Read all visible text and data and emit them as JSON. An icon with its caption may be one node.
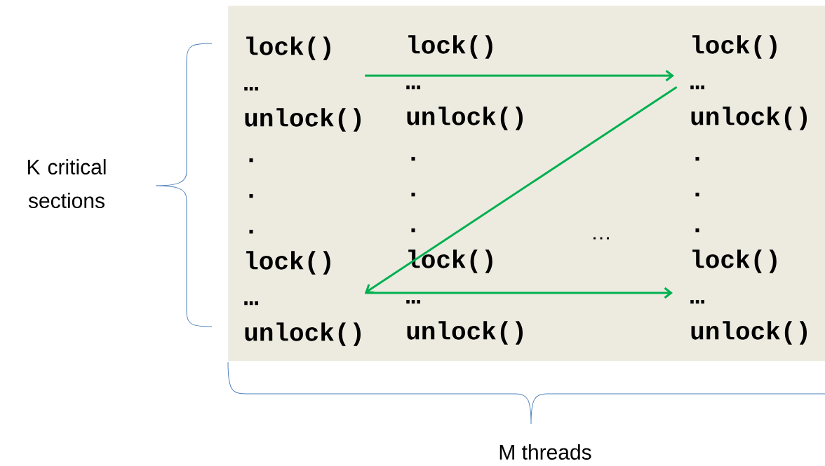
{
  "diagram": {
    "nodes": [
      {
        "text": [],
        "shape": "box"
      },
      {
        "text": [
          "lock()",
          "…",
          "unlock()",
          ".",
          ".",
          ".",
          "lock()",
          "…",
          "unlock()"
        ],
        "in": 0
      },
      {
        "text": [
          "lock()",
          "…",
          "unlock()",
          ".",
          ".",
          ".",
          "lock()",
          "…",
          "unlock()"
        ],
        "in": 0
      },
      {
        "text": [
          "lock()",
          "…",
          "unlock()",
          ".",
          ".",
          ".",
          "lock()",
          "…",
          "unlock()"
        ],
        "in": 0
      }
    ],
    "edges": [
      {
        "from": 1,
        "to": 3,
        "arrow": "to"
      },
      {
        "from": 3,
        "to": 1,
        "arrow": "to"
      },
      {
        "from": 1,
        "to": 3,
        "arrow": "to"
      }
    ],
    "labels": [
      "K critical sections",
      "…",
      "M threads"
    ]
  }
}
